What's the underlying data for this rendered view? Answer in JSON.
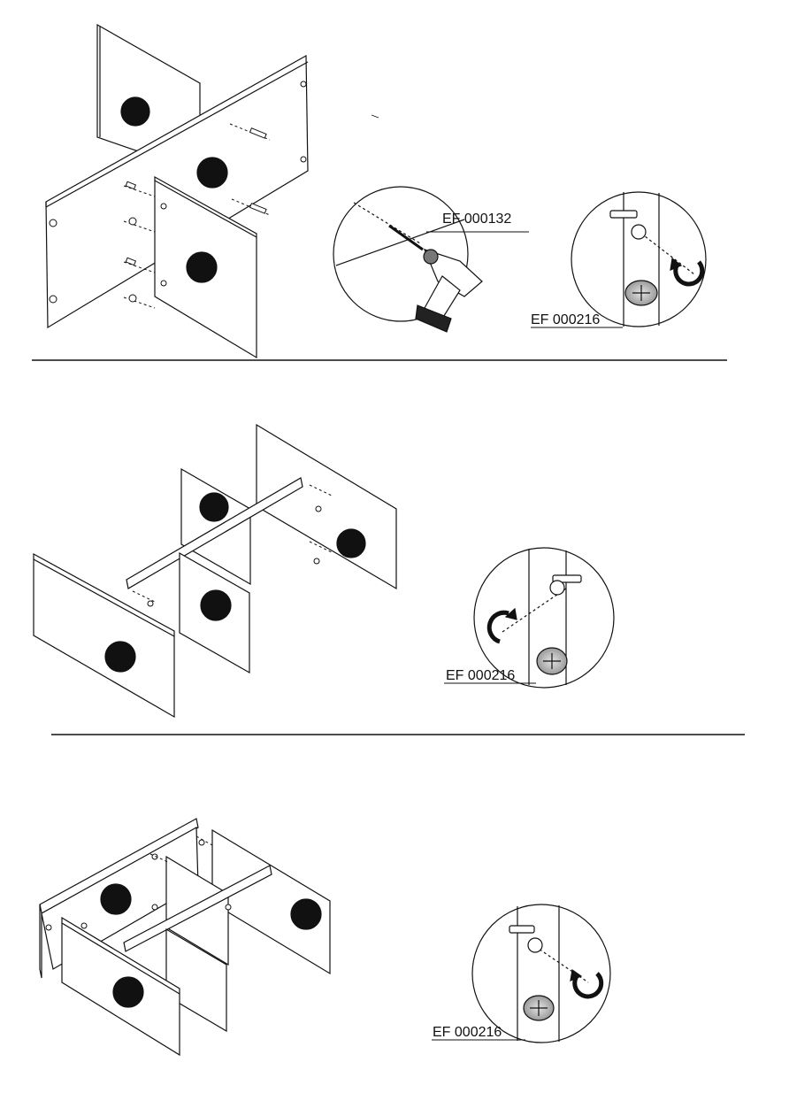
{
  "step1": {
    "screw_code": "EF 000132",
    "cam_code": "EF 000216"
  },
  "step2": {
    "cam_code": "EF 000216"
  },
  "step3": {
    "cam_code": "EF 000216"
  }
}
